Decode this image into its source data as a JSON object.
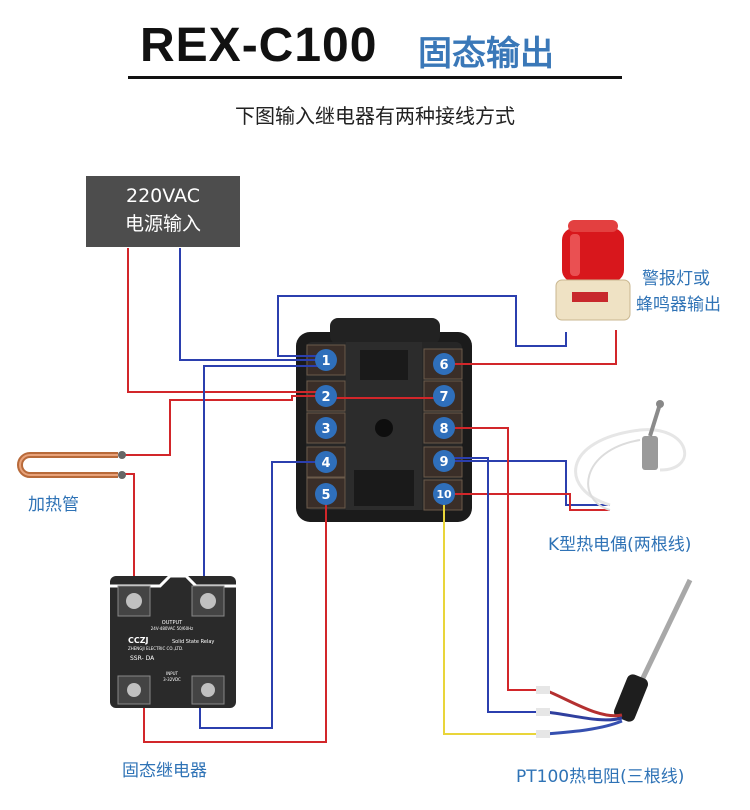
{
  "title": {
    "model": "REX-C100",
    "subtitle": "固态输出"
  },
  "description": "下图输入继电器有两种接线方式",
  "power": {
    "line1": "220VAC",
    "line2": "电源输入"
  },
  "labels": {
    "alarm": "警报灯或",
    "alarm2": "蜂鸣器输出",
    "heater": "加热管",
    "k_thermocouple": "K型热电偶(两根线)",
    "ssr": "固态继电器",
    "pt100": "PT100热电阻(三根线)"
  },
  "terminals": [
    "1",
    "2",
    "3",
    "4",
    "5",
    "6",
    "7",
    "8",
    "9",
    "10"
  ],
  "ssr_text": {
    "output": "OUTPUT",
    "output_spec": "24V-480VAC   50/60Hz",
    "brand": "CCZJ",
    "kind": "Solid State Relay",
    "maker": "ZHENGJI ELECTRIC CO.,LTD.",
    "model": "SSR-    DA",
    "input": "INPUT",
    "input_spec": "3-32VDC"
  },
  "colors": {
    "wire_red": "#d2262a",
    "wire_blue": "#2b3fae",
    "wire_yellow": "#e9d53a",
    "terminal": "#2f6fbb",
    "accent": "#3a78b8"
  }
}
